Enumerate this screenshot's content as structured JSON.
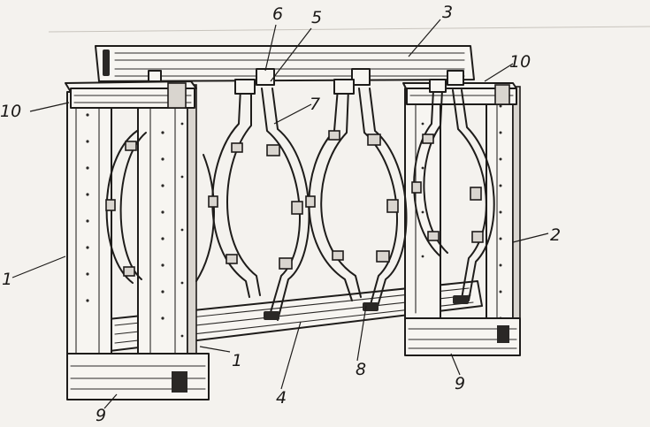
{
  "labels": {
    "l1_left": "1",
    "l1_bottom": "1",
    "l2": "2",
    "l3": "3",
    "l4": "4",
    "l5": "5",
    "l6": "6",
    "l7": "7",
    "l8": "8",
    "l9_left": "9",
    "l9_right": "9",
    "l10_left": "10",
    "l10_right": "10"
  }
}
